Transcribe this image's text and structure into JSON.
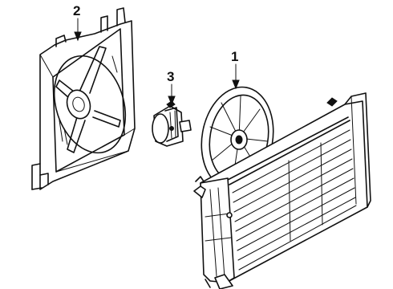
{
  "callouts": [
    {
      "number": "1",
      "part": "radiator-and-fan-assembly"
    },
    {
      "number": "2",
      "part": "fan-shroud"
    },
    {
      "number": "3",
      "part": "fan-motor"
    }
  ],
  "colors": {
    "ink": "#111111",
    "background": "#ffffff"
  }
}
